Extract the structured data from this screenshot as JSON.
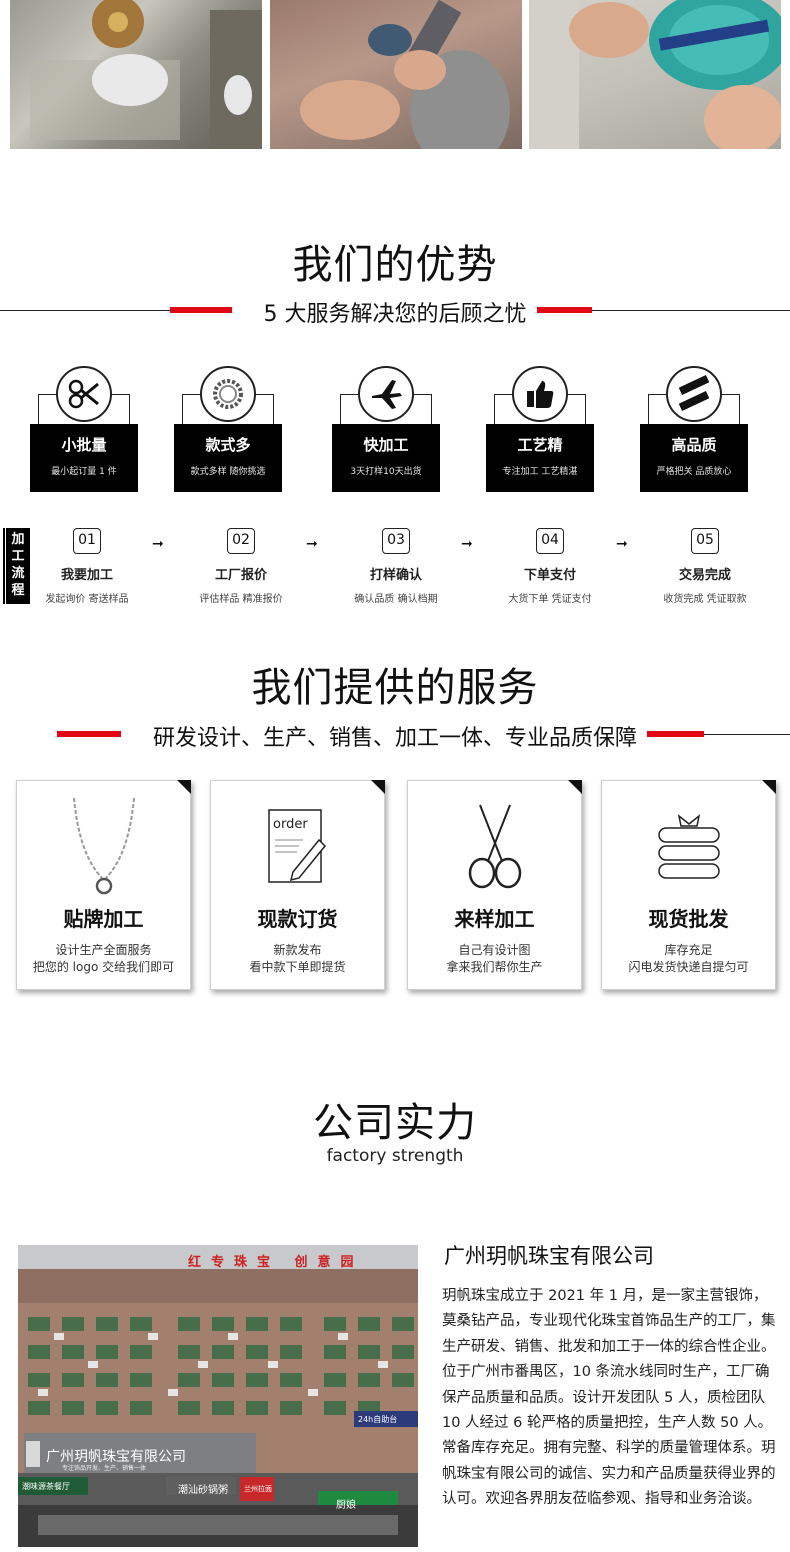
{
  "advantages_section": {
    "title": "我们的优势",
    "subtitle": "5 大服务解决您的后顾之忧",
    "cards": [
      {
        "label": "小批量",
        "desc": "最小起订量 1 件",
        "icon": "scissors-icon"
      },
      {
        "label": "款式多",
        "desc": "款式多样 随你挑选",
        "icon": "chain-icon"
      },
      {
        "label": "快加工",
        "desc": "3天打样10天出货",
        "icon": "airplane-icon"
      },
      {
        "label": "工艺精",
        "desc": "专注加工 工艺精湛",
        "icon": "thumbs-up-icon"
      },
      {
        "label": "高品质",
        "desc": "严格把关 品质放心",
        "icon": "ruler-icon"
      }
    ]
  },
  "process": {
    "label": "加工流程",
    "steps": [
      {
        "num": "01",
        "title": "我要加工",
        "desc": "发起询价 寄送样品"
      },
      {
        "num": "02",
        "title": "工厂报价",
        "desc": "评估样品 精准报价"
      },
      {
        "num": "03",
        "title": "打样确认",
        "desc": "确认品质 确认档期"
      },
      {
        "num": "04",
        "title": "下单支付",
        "desc": "大货下单 凭证支付"
      },
      {
        "num": "05",
        "title": "交易完成",
        "desc": "收货完成 凭证取款"
      }
    ],
    "arrow": "➞"
  },
  "services_section": {
    "title": "我们提供的服务",
    "subtitle": "研发设计、生产、销售、加工一体、专业品质保障",
    "cards": [
      {
        "title": "贴牌加工",
        "line1": "设计生产全面服务",
        "line2": "把您的 logo 交给我们即可",
        "icon": "necklace-icon"
      },
      {
        "title": "现款订货",
        "line1": "新款发布",
        "line2": "看中款下单即提货",
        "icon": "order-icon"
      },
      {
        "title": "来样加工",
        "line1": "自己有设计图",
        "line2": "拿来我们帮你生产",
        "icon": "scissors-icon"
      },
      {
        "title": "现货批发",
        "line1": "库存充足",
        "line2": "闪电发货快递自提匀可",
        "icon": "gift-stack-icon"
      }
    ],
    "order_word": "order"
  },
  "strength_section": {
    "title": "公司实力",
    "subtitle": "factory strength",
    "company_name": "广州玥帆珠宝有限公司",
    "description": "玥帆珠宝成立于 2021 年 1 月，是一家主营银饰，莫桑钻产品，专业现代化珠宝首饰品生产的工厂，集生产研发、销售、批发和加工于一体的综合性企业。位于广州市番禺区，10 条流水线同时生产，工厂确保产品质量和品质。设计开发团队 5 人，质检团队 10 人经过 6 轮严格的质量把控，生产人数 50 人。常备库存充足。拥有完整、科学的质量管理体系。玥帆珠宝有限公司的诚信、实力和产品质量获得业界的认可。欢迎各界朋友莅临参观、指导和业务洽谈。",
    "building": {
      "roof_sign": "红专珠宝 创意园",
      "sign": "广州玥帆珠宝有限公司",
      "sign_sub": "专注饰品开发、生产、销售一体",
      "shop1": "潮汕砂锅粥",
      "shop2": "厨娘",
      "shop3": "24h自助台",
      "shop4": "潮味源茶餐厅",
      "shop5": "兰州拉面"
    }
  },
  "colors": {
    "accent_red": "#e30613",
    "black": "#000000"
  }
}
